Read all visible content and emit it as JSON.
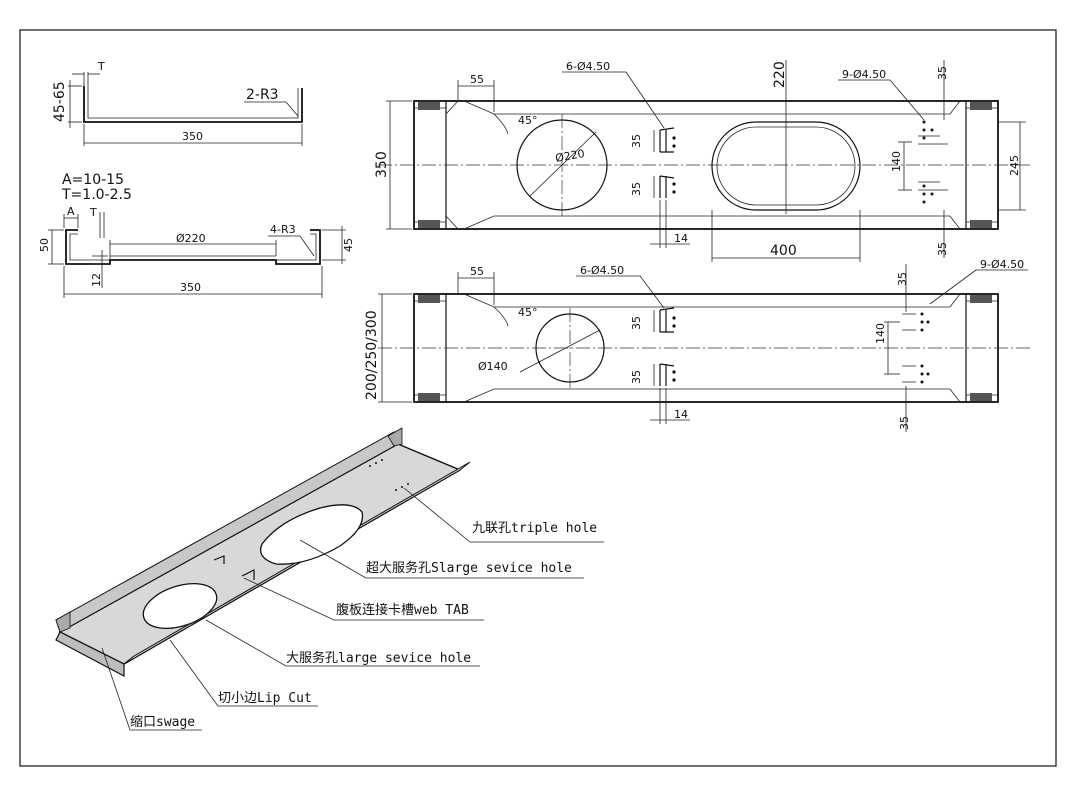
{
  "profile_top": {
    "t_label": "T",
    "height_label": "45-65",
    "radius_label": "2-R3",
    "width_label": "350"
  },
  "profile_bottom": {
    "a_spec": "A=10-15",
    "t_spec": "T=1.0-2.5",
    "a_label": "A",
    "t_label": "T",
    "height_left": "50",
    "height_right": "45",
    "hole_label": "Ø220",
    "radius_label": "4-R3",
    "bottom_label": "12",
    "width_label": "350"
  },
  "plan_large": {
    "width_label": "350",
    "lip_label": "55",
    "angle_label": "45°",
    "holes_label": "6-Ø4.50",
    "circle_label": "Ø220",
    "tab_label": "35",
    "tab_label_2": "35",
    "tab_width_label": "14",
    "oval_height_label": "220",
    "oval_length_label": "400",
    "triple_label": "9-Ø4.50",
    "top_35": "35",
    "span_140": "140",
    "span_245": "245",
    "bottom_35": "35"
  },
  "plan_small": {
    "width_label": "200/250/300",
    "lip_label": "55",
    "angle_label": "45°",
    "holes_label": "6-Ø4.50",
    "circle_label": "Ø140",
    "tab_label": "35",
    "tab_label_2": "35",
    "tab_width_label": "14",
    "triple_label": "9-Ø4.50",
    "top_35": "35",
    "span_140": "140",
    "bottom_35": "35"
  },
  "callouts": {
    "triple_hole": "九联孔triple hole",
    "slarge_hole": "超大服务孔Slarge sevice hole",
    "web_tab": "腹板连接卡槽web TAB",
    "large_hole": "大服务孔large sevice hole",
    "lip_cut": "切小边Lip Cut",
    "swage": "缩口swage"
  }
}
